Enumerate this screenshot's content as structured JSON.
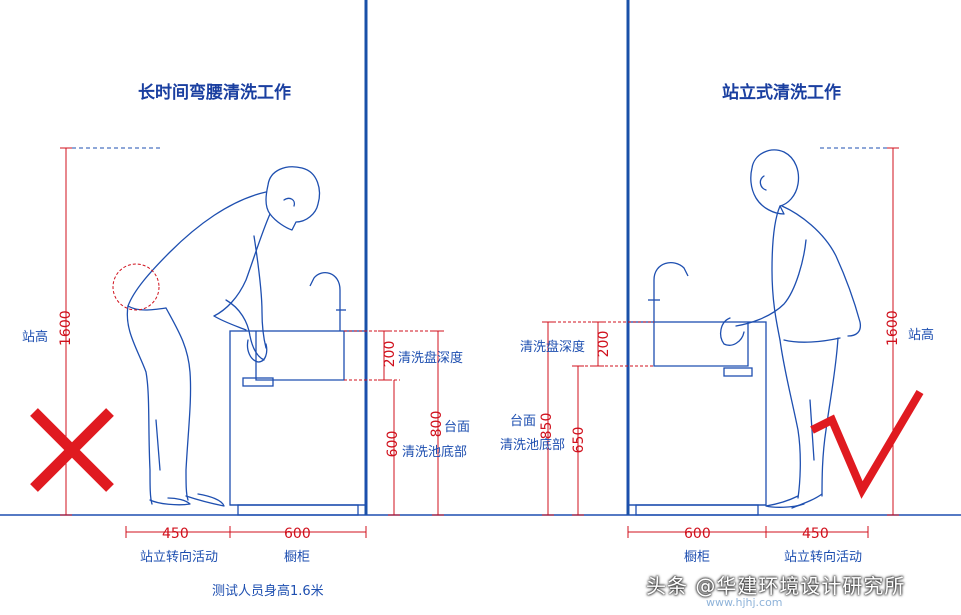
{
  "left_panel": {
    "title": "长时间弯腰清洗工作",
    "stand_height_label": "站高",
    "stand_height_value": "1600",
    "sink_depth_label": "清洗盘深度",
    "sink_depth_value": "200",
    "counter_label": "台面",
    "sink_bottom_label": "清洗池底部",
    "sink_bottom_value": "600",
    "counter_value": "800",
    "activity_width_value": "450",
    "activity_label": "站立转向活动",
    "cabinet_width_value": "600",
    "cabinet_label": "橱柜",
    "footnote": "测试人员身高1.6米",
    "verdict": "cross"
  },
  "right_panel": {
    "title": "站立式清洗工作",
    "stand_height_label": "站高",
    "stand_height_value": "1600",
    "sink_depth_label": "清洗盘深度",
    "sink_depth_value": "200",
    "counter_label": "台面",
    "sink_bottom_label": "清洗池底部",
    "counter_value": "850",
    "sink_bottom_value": "650",
    "cabinet_width_value": "600",
    "cabinet_label": "橱柜",
    "activity_width_value": "450",
    "activity_label": "站立转向活动",
    "verdict": "check"
  },
  "watermark": {
    "text": "头条 @华建环境设计研究所",
    "sub": "www.hjhj.com"
  },
  "colors": {
    "line": "#1e4fb0",
    "divider": "#1a50a8",
    "dimension": "#d0101c",
    "verdict": "#e01a20"
  }
}
